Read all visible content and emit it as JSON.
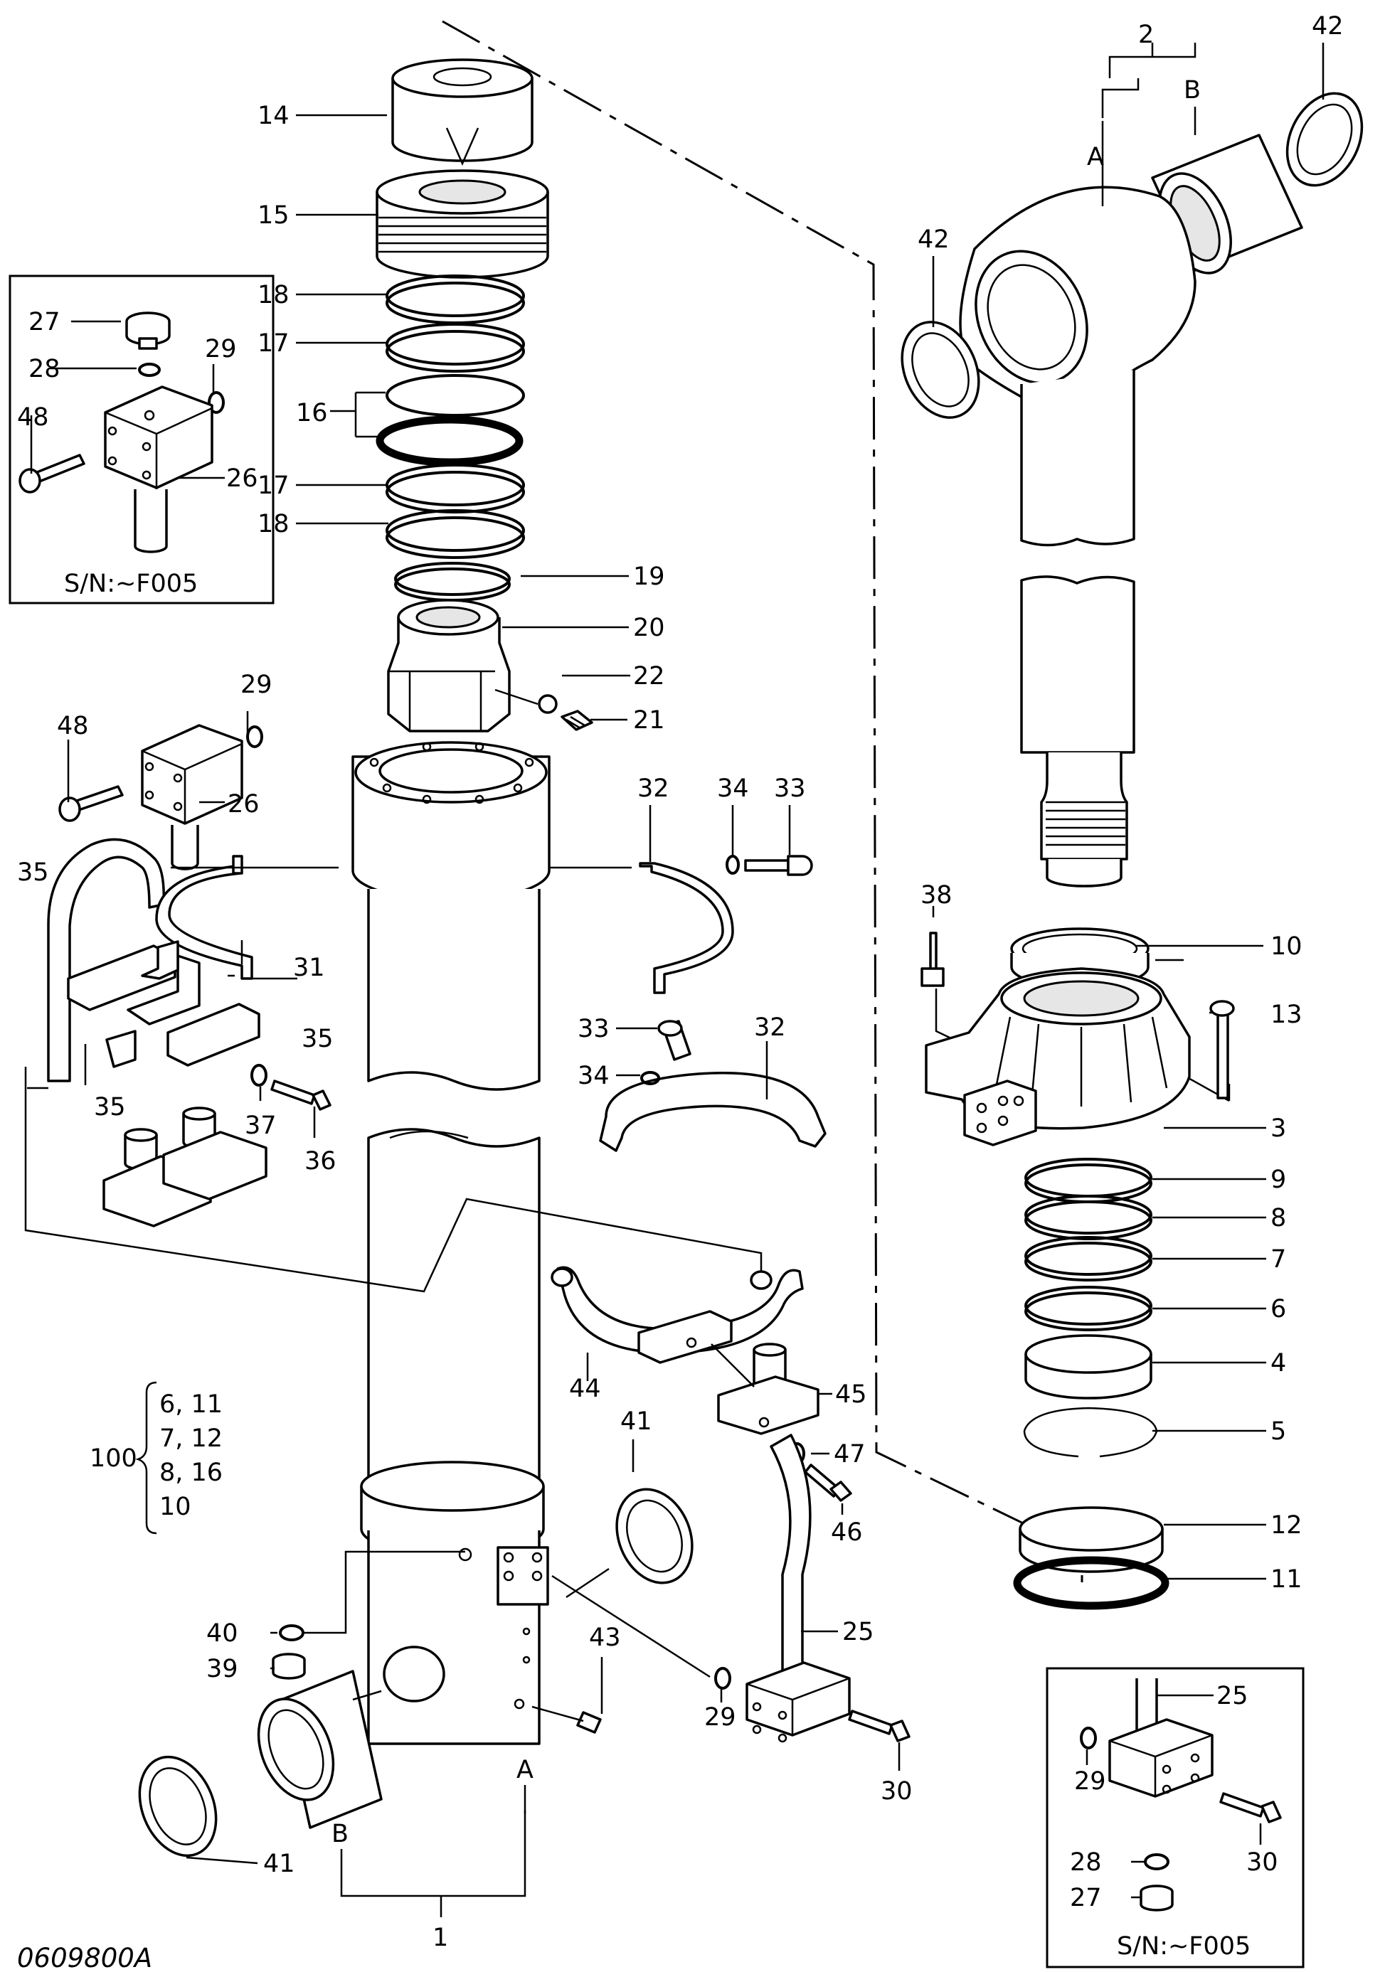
{
  "drawing_code": "0609800A",
  "serial_note_left": "S/N:~F005",
  "serial_note_right": "S/N:~F005",
  "kit": {
    "number": "100",
    "rows": [
      "6, 11",
      "7, 12",
      "8, 16",
      "10"
    ]
  },
  "labels": {
    "p1": "1",
    "p2": "2",
    "p3": "3",
    "p4": "4",
    "p5": "5",
    "p6": "6",
    "p7": "7",
    "p8": "8",
    "p9": "9",
    "p10": "10",
    "p11": "11",
    "p12": "12",
    "p13": "13",
    "p14": "14",
    "p15": "15",
    "p16": "16",
    "p17a": "17",
    "p17b": "17",
    "p18a": "18",
    "p18b": "18",
    "p19": "19",
    "p20": "20",
    "p21": "21",
    "p22": "22",
    "p25a": "25",
    "p25b": "25",
    "p26a": "26",
    "p26b": "26",
    "p27a": "27",
    "p27b": "27",
    "p28a": "28",
    "p28b": "28",
    "p29a": "29",
    "p29b": "29",
    "p29c": "29",
    "p29d": "29",
    "p30a": "30",
    "p30b": "30",
    "p31": "31",
    "p32a": "32",
    "p32b": "32",
    "p33a": "33",
    "p33b": "33",
    "p34a": "34",
    "p34b": "34",
    "p35a": "35",
    "p35b": "35",
    "p35c": "35",
    "p36": "36",
    "p37": "37",
    "p38": "38",
    "p39": "39",
    "p40": "40",
    "p41a": "41",
    "p41b": "41",
    "p42a": "42",
    "p42b": "42",
    "p43": "43",
    "p44": "44",
    "p45": "45",
    "p46": "46",
    "p47": "47",
    "p48a": "48",
    "p48b": "48",
    "sideA1": "A",
    "sideB1": "B",
    "sideA2": "A",
    "sideB2": "B"
  }
}
